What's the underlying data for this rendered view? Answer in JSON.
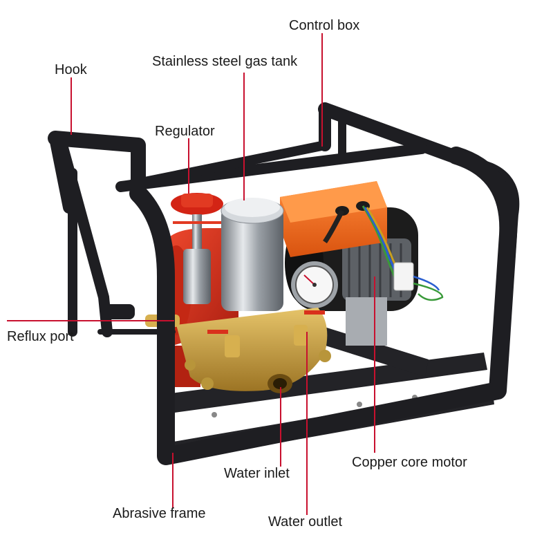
{
  "labels": {
    "control_box": "Control box",
    "hook": "Hook",
    "gas_tank": "Stainless steel gas tank",
    "regulator": "Regulator",
    "reflux_port": "Reflux port",
    "copper_motor": "Copper core motor",
    "water_inlet": "Water inlet",
    "abrasive_frame": "Abrasive frame",
    "water_outlet": "Water outlet"
  },
  "colors": {
    "leader_line": "#c8102e",
    "frame": "#1e1e22",
    "pump_red": "#d9301c",
    "motor_orange": "#f26a1b",
    "brass": "#c9a03f",
    "steel": "#b8bcc2",
    "motor_body": "#1c1c1c"
  }
}
